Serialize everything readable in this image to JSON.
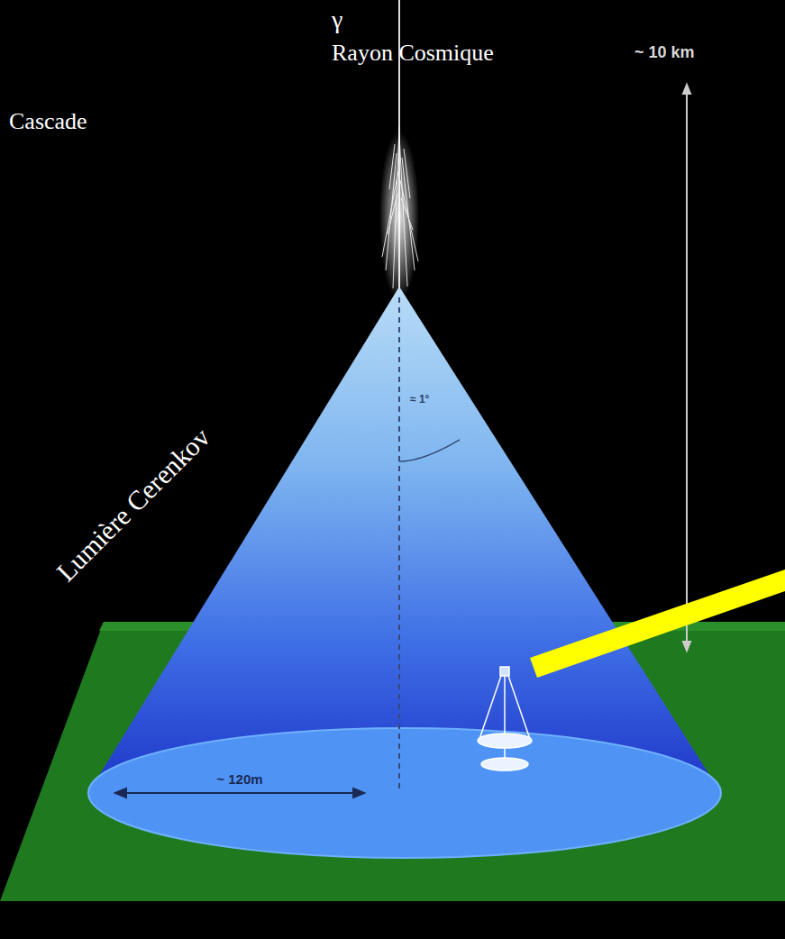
{
  "diagram": {
    "labels": [
      "γ",
      "Rayon Cosmique",
      "Cascade",
      "~ 10 km",
      "≈ 1°",
      "Lumière Cerenkov",
      "~ 120m"
    ]
  }
}
